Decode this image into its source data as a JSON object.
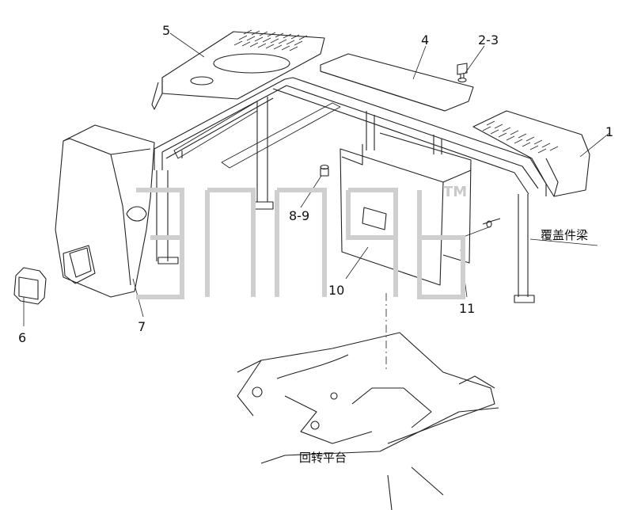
{
  "labels": {
    "p1": "1",
    "p23": "2-3",
    "p4": "4",
    "p5": "5",
    "p6": "6",
    "p7": "7",
    "p89": "8-9",
    "p10": "10",
    "p11": "11"
  },
  "annotations": {
    "beam": "覆盖件梁",
    "platform": "回转平台"
  },
  "watermark": {
    "mark": "TM"
  }
}
